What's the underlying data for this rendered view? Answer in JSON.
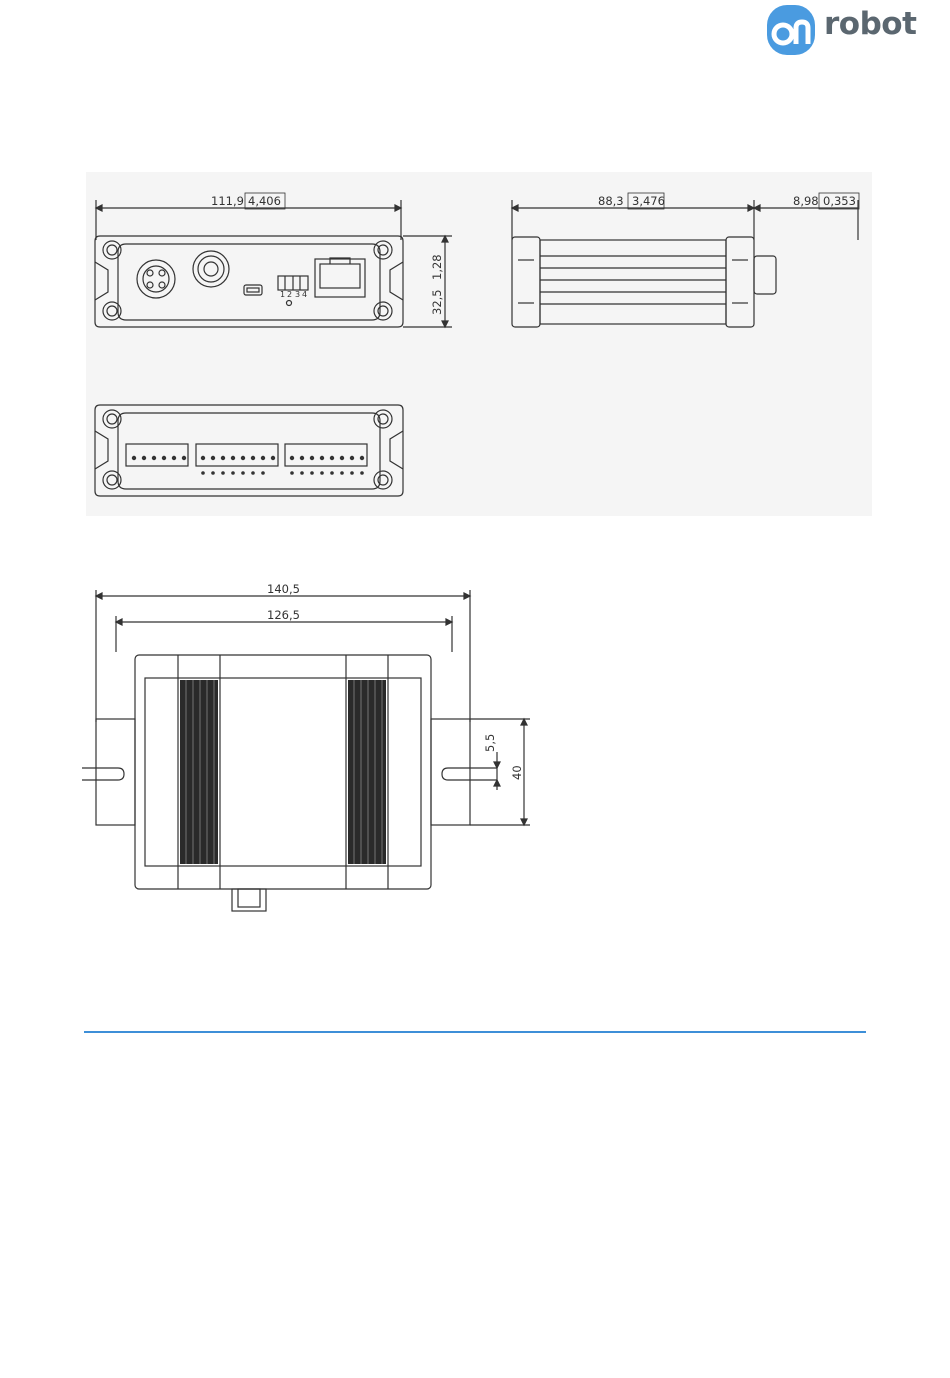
{
  "brand": {
    "logo_text": "robot",
    "logo_mark_letter": "On",
    "logo_colors": {
      "mark": "#4a9be0",
      "text": "#5b6770"
    }
  },
  "drawing_front": {
    "width_label": "111,9",
    "width_label_in": "4,406",
    "height_label": "32,5",
    "height_label_in": "1,28",
    "dip_numbers": [
      "1",
      "2",
      "3",
      "4"
    ]
  },
  "drawing_side": {
    "length_label": "88,3",
    "length_label_in": "3,476",
    "connector_label": "8,98",
    "connector_label_in": "0,353"
  },
  "drawing_bottom": {
    "total_width_label": "140,5",
    "hole_spacing_label": "126,5",
    "slot_label": "5,5",
    "mount_height_label": "40"
  },
  "colors": {
    "rule": "#3d8fd8",
    "panel_bg": "#f5f5f5",
    "line": "#333333"
  }
}
